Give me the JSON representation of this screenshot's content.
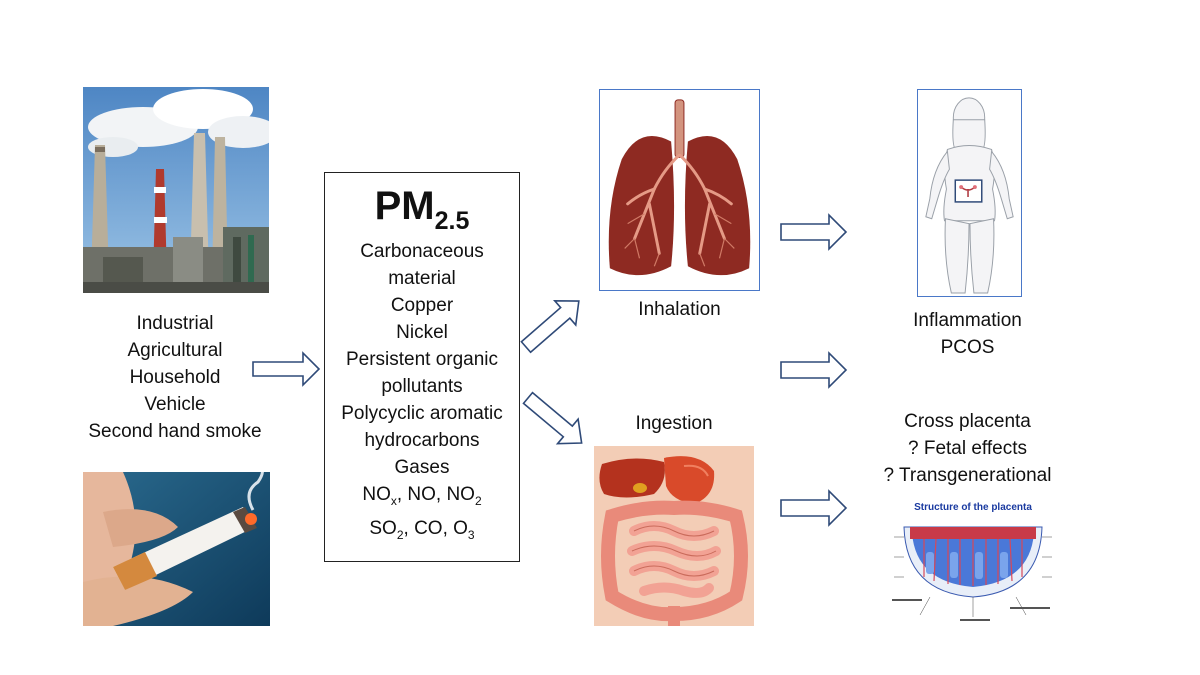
{
  "sources": {
    "items": [
      "Industrial",
      "Agricultural",
      "Household",
      "Vehicle",
      "Second hand smoke"
    ]
  },
  "pm_box": {
    "title_main": "PM",
    "title_sub": "2.5",
    "components": [
      "Carbonaceous",
      "material",
      "Copper",
      "Nickel",
      "Persistent organic",
      "pollutants",
      "Polycyclic aromatic",
      "hydrocarbons",
      "Gases"
    ],
    "gases_line1": {
      "a": "NO",
      "a_sub": "x",
      "b": ", NO, NO",
      "b_sub": "2"
    },
    "gases_line2": {
      "a": "SO",
      "a_sub": "2",
      "b": ", CO, O",
      "b_sub": "3"
    }
  },
  "routes": {
    "inhalation": "Inhalation",
    "ingestion": "Ingestion"
  },
  "outcomes": {
    "line1": "Inflammation",
    "line2": "PCOS",
    "placenta1": "Cross placenta",
    "placenta2": "? Fetal effects",
    "placenta3": "? Transgenerational"
  },
  "placenta_image": {
    "title": "Structure of the placenta"
  },
  "colors": {
    "arrow_stroke": "#2f4a78",
    "lung": "#8e2a22",
    "frame": "#4a78c8"
  },
  "icons": [
    "factory-photo",
    "cigarette-photo",
    "lungs-illustration",
    "body-outline-illustration",
    "digestive-system-illustration",
    "placenta-diagram"
  ]
}
